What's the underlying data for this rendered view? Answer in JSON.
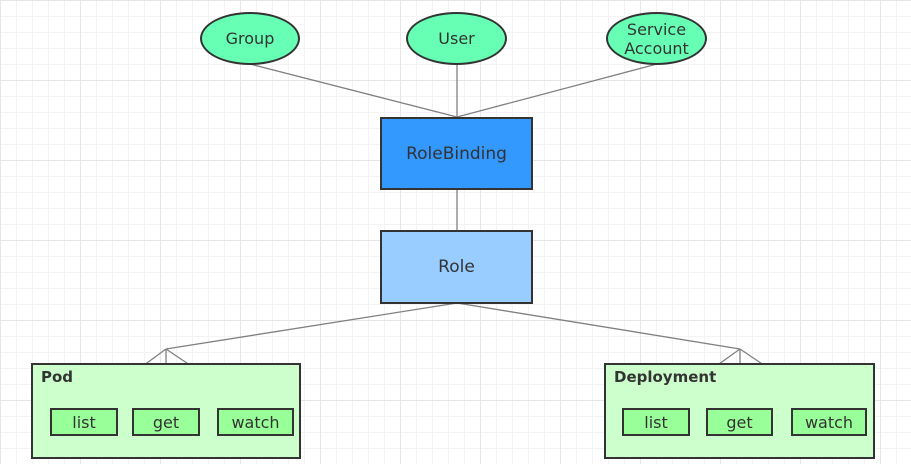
{
  "colors": {
    "subject_fill": "#66ffb3",
    "rolebinding_fill": "#3399ff",
    "role_fill": "#99ccff",
    "resource_fill": "#ccffcc",
    "verb_fill": "#99ff99",
    "line": "#808080",
    "stroke": "#333333"
  },
  "subjects": [
    {
      "id": "group",
      "lines": [
        "Group"
      ]
    },
    {
      "id": "user",
      "lines": [
        "User"
      ]
    },
    {
      "id": "service-account",
      "lines": [
        "Service",
        "Account"
      ]
    }
  ],
  "rolebinding": {
    "label": "RoleBinding"
  },
  "role": {
    "label": "Role"
  },
  "resources": [
    {
      "id": "pod",
      "label": "Pod",
      "verbs": [
        "list",
        "get",
        "watch"
      ]
    },
    {
      "id": "deployment",
      "label": "Deployment",
      "verbs": [
        "list",
        "get",
        "watch"
      ]
    }
  ]
}
